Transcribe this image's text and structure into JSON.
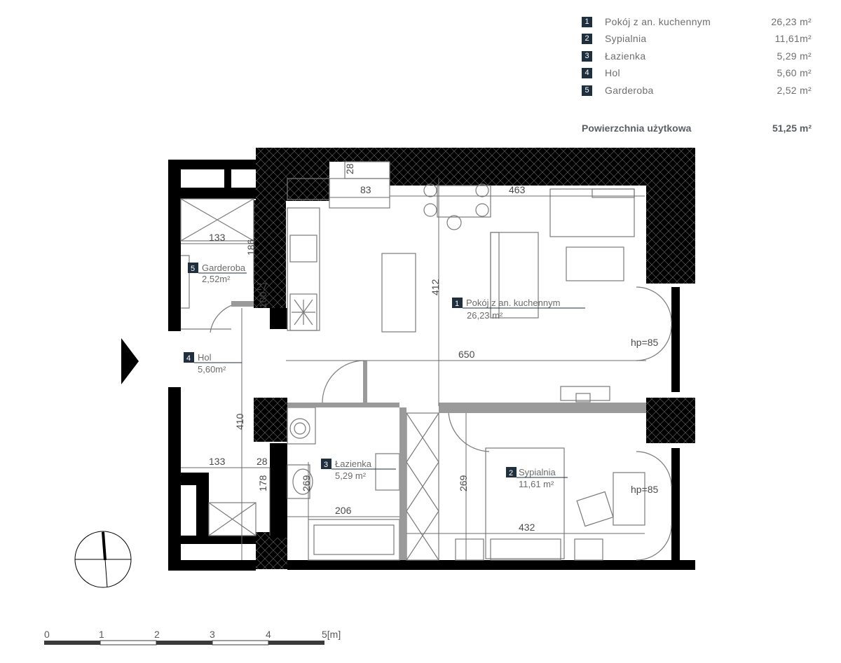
{
  "legend": {
    "rooms": [
      {
        "num": "1",
        "name": "Pokój z an. kuchennym",
        "area": "26,23  m²"
      },
      {
        "num": "2",
        "name": "Sypialnia",
        "area": "11,61m²"
      },
      {
        "num": "3",
        "name": "Łazienka",
        "area": "5,29  m²"
      },
      {
        "num": "4",
        "name": "Hol",
        "area": "5,60  m²"
      },
      {
        "num": "5",
        "name": "Garderoba",
        "area": "2,52  m²"
      }
    ],
    "total_label": "Powierzchnia użytkowa",
    "total_area": "51,25 m²"
  },
  "rooms_on_plan": {
    "r1": {
      "num": "1",
      "name": "Pokój z an. kuchennym",
      "area": "26,23 m²"
    },
    "r2": {
      "num": "2",
      "name": "Sypialnia",
      "area": "11,61 m²"
    },
    "r3": {
      "num": "3",
      "name": "Łazienka",
      "area": "5,29 m²"
    },
    "r4": {
      "num": "4",
      "name": "Hol",
      "area": "5,60m²"
    },
    "r5": {
      "num": "5",
      "name": "Garderoba",
      "area": "2,52m²"
    }
  },
  "dimensions": {
    "d28_top": "28",
    "d83": "83",
    "d463": "463",
    "d133_top": "133",
    "d186": "186",
    "d27": "27",
    "d100": "100",
    "d412": "412",
    "d650": "650",
    "d410": "410",
    "d133_bottom": "133",
    "d28_bottom": "28",
    "d178": "178",
    "d269_bath": "269",
    "d206": "206",
    "d269_bed": "269",
    "d432": "432"
  },
  "window_height": {
    "hp1": "hp=85",
    "hp2": "hp=85"
  },
  "scale": {
    "ticks": [
      "0",
      "1",
      "2",
      "3",
      "4",
      "5[m]"
    ]
  },
  "colors": {
    "wall": "#000000",
    "label_bg": "#1f2f3d",
    "line": "#8a8a8a",
    "text": "#6b6b6b"
  },
  "icons": {
    "entrance": "entrance-arrow-icon",
    "compass": "compass-icon"
  }
}
